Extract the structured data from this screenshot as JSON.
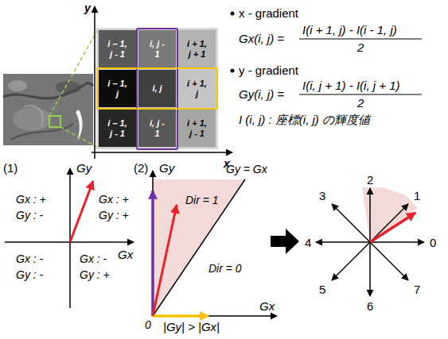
{
  "diagram": {
    "nodes": [
      {
        "text": [
          "i – 1, j - 1"
        ]
      },
      {
        "text": [
          "i, j - 1"
        ]
      },
      {
        "text": [
          "i + 1, j + 1"
        ]
      },
      {
        "text": [
          "i – 1, j"
        ]
      },
      {
        "text": [
          "i, j"
        ]
      },
      {
        "text": [
          "i + 1, j"
        ]
      },
      {
        "text": [
          "i – 1, j - 1"
        ]
      },
      {
        "text": [
          "i, j - 1"
        ]
      },
      {
        "text": [
          "i + 1, j - 1"
        ]
      }
    ],
    "labels": [
      "y",
      "x",
      "x - gradient",
      "Gx(i, j) =",
      "I(i + 1, j) - I(i - 1, j)",
      "2",
      "y - gradient",
      "Gy(i, j) =",
      "I(i, j + 1) - I(i, j + 1)",
      "2",
      "I (i, j) : 座標(i, j) の輝度値",
      "(1)",
      "Gy",
      "Gx : +",
      "Gy : -",
      "Gx : +",
      "Gy : +",
      "Gx",
      "Gx : -",
      "Gy : -",
      "Gx : -",
      "Gy : +",
      "(2)",
      "Gy",
      "Gy = Gx",
      "Dir = 1",
      "Dir = 0",
      "Gx",
      "0",
      "|Gy| > |Gx|",
      "2",
      "3",
      "1",
      "4",
      "0",
      "5",
      "7",
      "6"
    ]
  }
}
